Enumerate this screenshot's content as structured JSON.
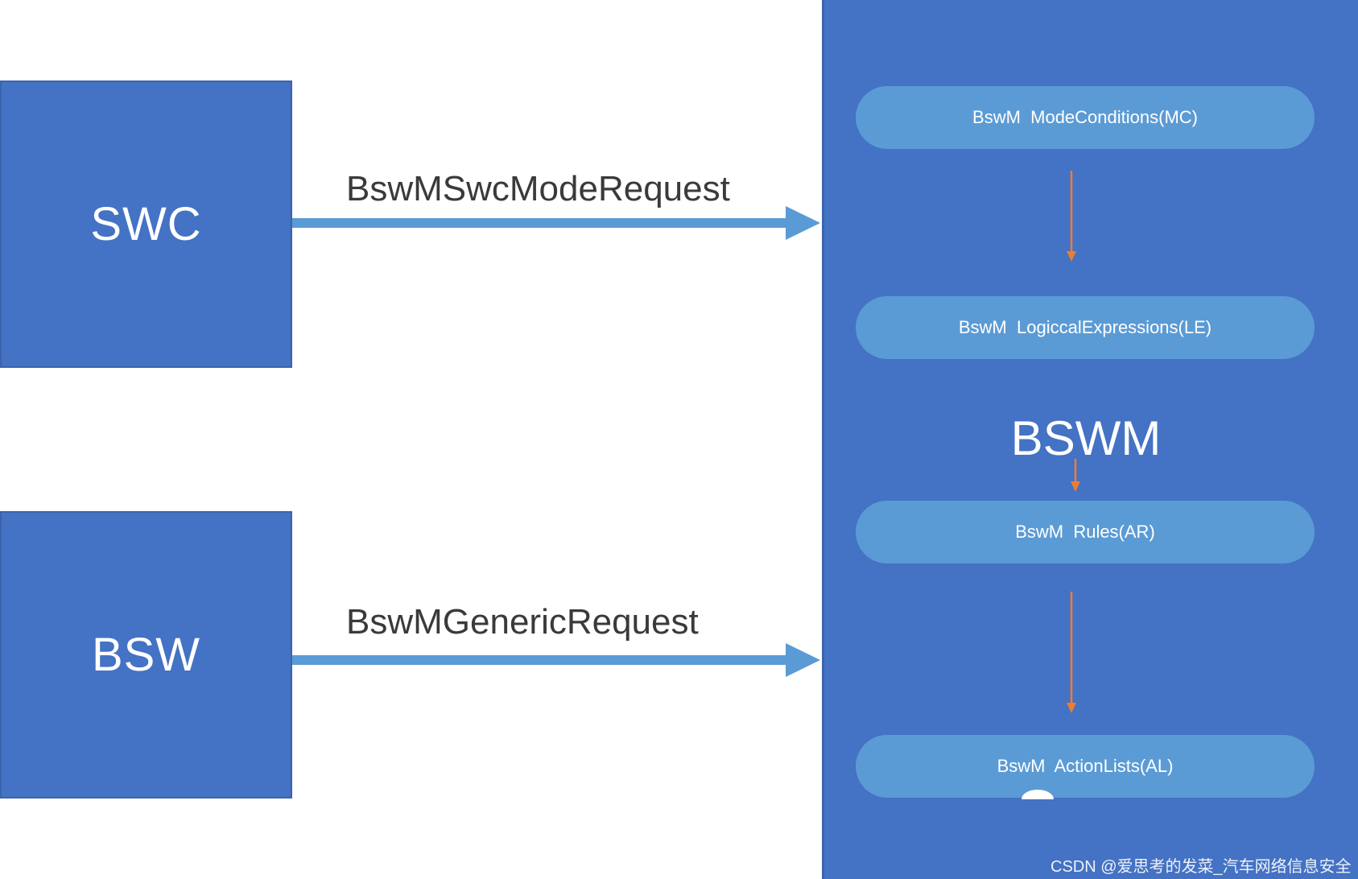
{
  "colors": {
    "box_fill": "#4472C4",
    "pill_fill": "#5B9BD5",
    "request_arrow": "#5B9BD5",
    "flow_arrow": "#ED7D31",
    "text_on_blue": "#ffffff",
    "label_text": "#3a3a3a"
  },
  "left": {
    "swc_box": "SWC",
    "bsw_box": "BSW"
  },
  "requests": {
    "swc_request": "BswMSwcModeRequest",
    "bsw_request": "BswMGenericRequest"
  },
  "bswm": {
    "title": "BSWM",
    "stages": [
      "BswM  ModeConditions(MC)",
      "BswM  LogiccalExpressions(LE)",
      "BswM  Rules(AR)",
      "BswM  ActionLists(AL)"
    ]
  },
  "watermark": "CSDN @爱思考的发菜_汽车网络信息安全"
}
